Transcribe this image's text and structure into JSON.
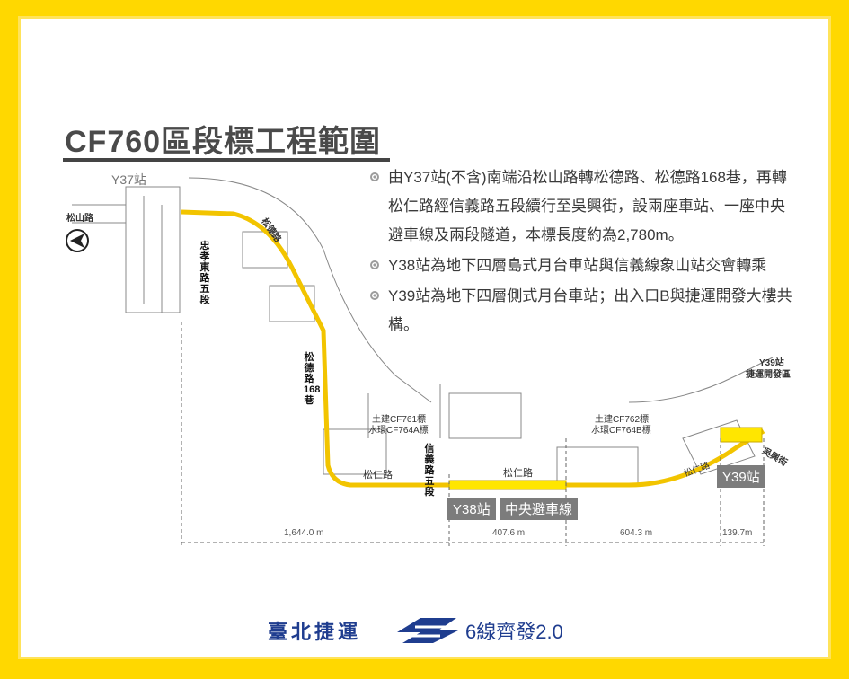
{
  "title": "CF760區段標工程範圍",
  "bullets": [
    "由Y37站(不含)南端沿松山路轉松德路、松德路168巷，再轉松仁路經信義路五段續行至吳興街，設兩座車站、一座中央避車線及兩段隧道，本標長度約為2,780m。",
    "Y38站為地下四層島式月台車站與信義線象山站交會轉乘",
    "Y39站為地下四層側式月台車站；出入口B與捷運開發大樓共構。"
  ],
  "map": {
    "y37": "Y37站",
    "songshan_rd": "松山路",
    "zhongxiao": "忠孝東路五段",
    "songde": "松德路",
    "songde168": "松德路168巷",
    "cf761": "土建CF761標",
    "cf764a": "水環CF764A標",
    "xinyi": "信義路五段",
    "songren1": "松仁路",
    "songren2": "松仁路",
    "cf762": "土建CF762標",
    "cf764b": "水環CF764B標",
    "y39_dev_1": "Y39站",
    "y39_dev_2": "捷運開發區",
    "wuxing": "吳興街",
    "songren3": "松仁路",
    "y38_box": "Y38站",
    "siding_box": "中央避車線",
    "y39_box": "Y39站"
  },
  "dimensions": [
    "1,644.0 m",
    "407.6 m",
    "604.3 m",
    "139.7m"
  ],
  "footer": {
    "brand": "臺北捷運",
    "slogan": "6線齊發2.0"
  },
  "colors": {
    "frame": "#ffd800",
    "route": "#f2c400",
    "brand": "#1f3d8f"
  }
}
